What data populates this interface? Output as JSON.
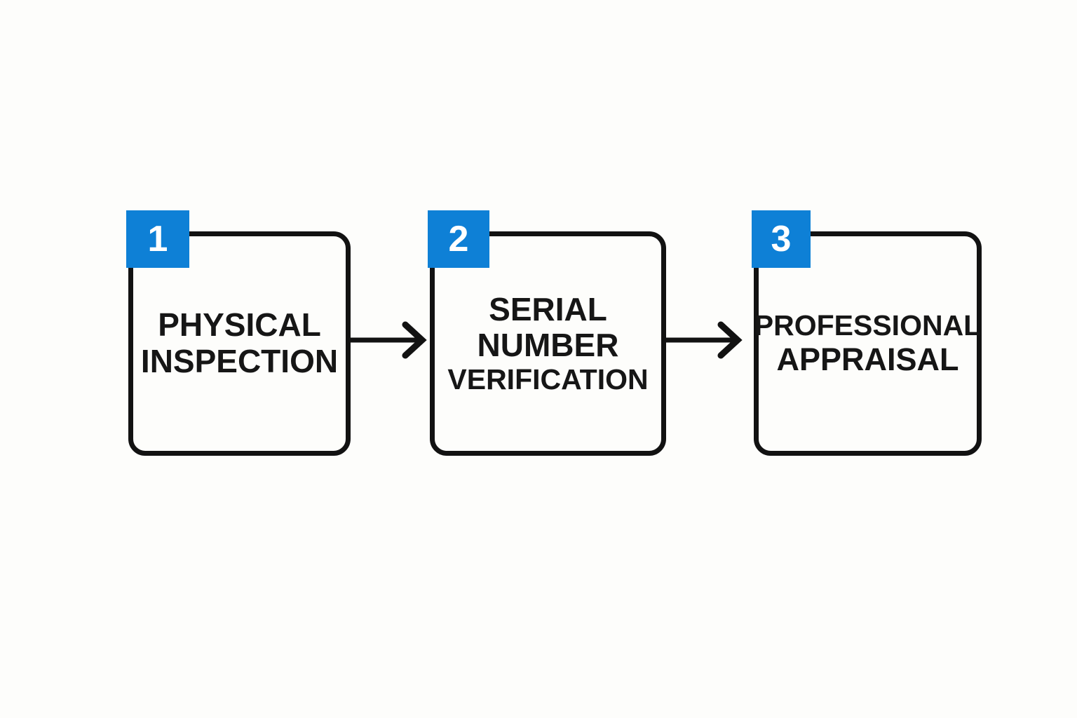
{
  "diagram": {
    "type": "horizontal-process-flow",
    "title": "",
    "background_color": "#fdfdfb",
    "accent_color": "#0e80d6",
    "line_color": "#121212",
    "text_color": "#161616",
    "step_count": 3,
    "steps": [
      {
        "number": "1",
        "label": "PHYSICAL INSPECTION",
        "lines": [
          "PHYSICAL",
          "INSPECTION"
        ],
        "badge_color": "#0e80d6"
      },
      {
        "number": "2",
        "label": "SERIAL NUMBER VERIFICATION",
        "lines": [
          "SERIAL",
          "NUMBER",
          "VERIFICATION"
        ],
        "badge_color": "#0e80d6"
      },
      {
        "number": "3",
        "label": "PROFESSIONAL APPRAISAL",
        "lines": [
          "PROFESSIONAL",
          "APPRAISAL"
        ],
        "badge_color": "#0e80d6"
      }
    ],
    "connectors": [
      {
        "from": "1",
        "to": "2",
        "style": "arrow-right"
      },
      {
        "from": "2",
        "to": "3",
        "style": "arrow-right"
      }
    ]
  }
}
